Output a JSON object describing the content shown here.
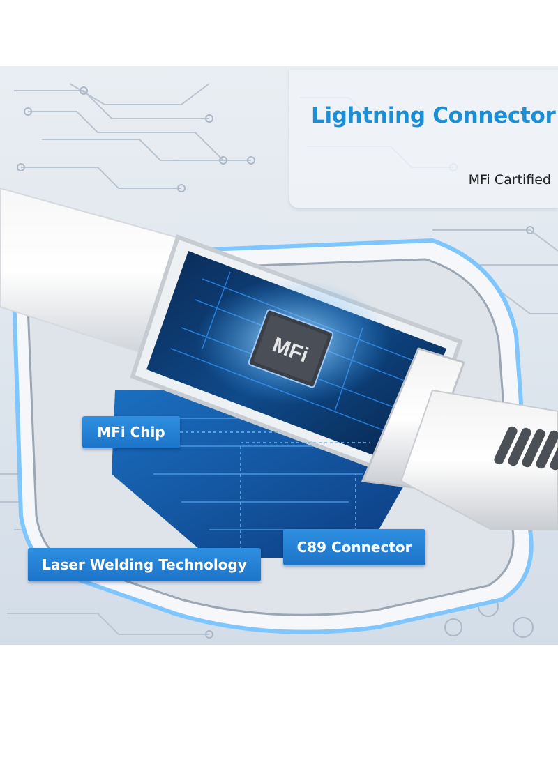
{
  "title": "Lightning Connector",
  "subtitle": "MFi Cartified",
  "chip_text": "MFi",
  "callouts": {
    "mfi_chip": "MFi Chip",
    "c89": "C89 Connector",
    "laser": "Laser Welding Technology"
  },
  "colors": {
    "accent": "#1a8fd6",
    "callout": "#2380d8",
    "glow": "#7fd0ff"
  }
}
